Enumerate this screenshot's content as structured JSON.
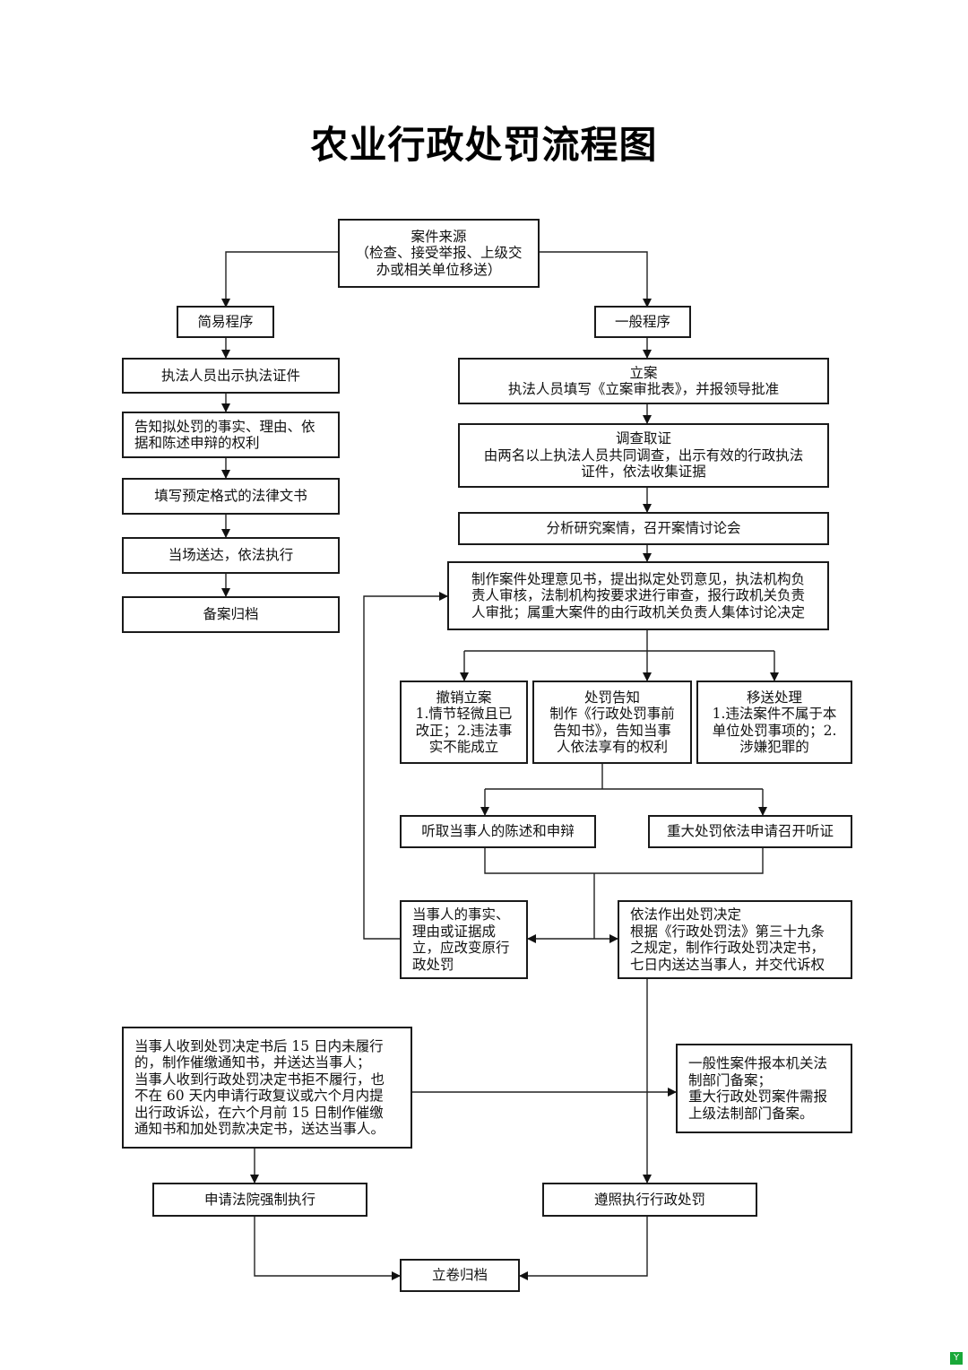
{
  "title": "农业行政处罚流程图",
  "nodes": {
    "case_source": [
      "案件来源",
      "（检查、接受举报、上级交",
      "办或相关单位移送）"
    ],
    "simple_procedure": [
      "简易程序"
    ],
    "general_procedure": [
      "一般程序"
    ],
    "show_certificate": [
      "执法人员出示执法证件"
    ],
    "inform_rights": [
      "告知拟处罚的事实、理由、依",
      "据和陈述申辩的权利"
    ],
    "fill_document": [
      "填写预定格式的法律文书"
    ],
    "deliver_on_site": [
      "当场送达，依法执行"
    ],
    "file_record_simple": [
      "备案归档"
    ],
    "case_filing": [
      "立案",
      "执法人员填写《立案审批表》，并报领导批准"
    ],
    "investigation": [
      "调查取证",
      "由两名以上执法人员共同调查，出示有效的行政执法",
      "证件，依法收集证据"
    ],
    "analysis": [
      "分析研究案情，召开案情讨论会"
    ],
    "opinion": [
      "制作案件处理意见书，提出拟定处罚意见，执法机构负",
      "责人审核，法制机构按要求进行审查，报行政机关负责",
      "人审批；属重大案件的由行政机关负责人集体讨论决定"
    ],
    "revoke": [
      "撤销立案",
      "1.情节轻微且已",
      "改正；2.违法事",
      "实不能成立"
    ],
    "notice": [
      "处罚告知",
      "制作《行政处罚事前",
      "告知书》，告知当事",
      "人依法享有的权利"
    ],
    "transfer": [
      "移送处理",
      "1.违法案件不属于本",
      "单位处罚事项的；2.",
      "涉嫌犯罪的"
    ],
    "hear_statement": [
      "听取当事人的陈述和申辩"
    ],
    "hearing": [
      "重大处罚依法申请召开听证"
    ],
    "change_penalty": [
      "当事人的事实、",
      "理由或证据成",
      "立，应改变原行",
      "政处罚"
    ],
    "decision": [
      "依法作出处罚决定",
      "根据《行政处罚法》第三十九条",
      "之规定，制作行政处罚决定书，",
      "七日内送达当事人，并交代诉权"
    ],
    "non_performance": [
      "当事人收到处罚决定书后 15 日内未履行",
      "的，制作催缴通知书，并送达当事人；",
      "当事人收到行政处罚决定书拒不履行，也",
      "不在 60 天内申请行政复议或六个月内提",
      "出行政诉讼，在六个月前 15 日制作催缴",
      "通知书和加处罚款决定书，送达当事人。"
    ],
    "record_filing": [
      "一般性案件报本机关法",
      "制部门备案；",
      "重大行政处罚案件需报",
      "上级法制部门备案。"
    ],
    "court_enforcement": [
      "申请法院强制执行"
    ],
    "comply": [
      "遵照执行行政处罚"
    ],
    "archive": [
      "立卷归档"
    ]
  }
}
